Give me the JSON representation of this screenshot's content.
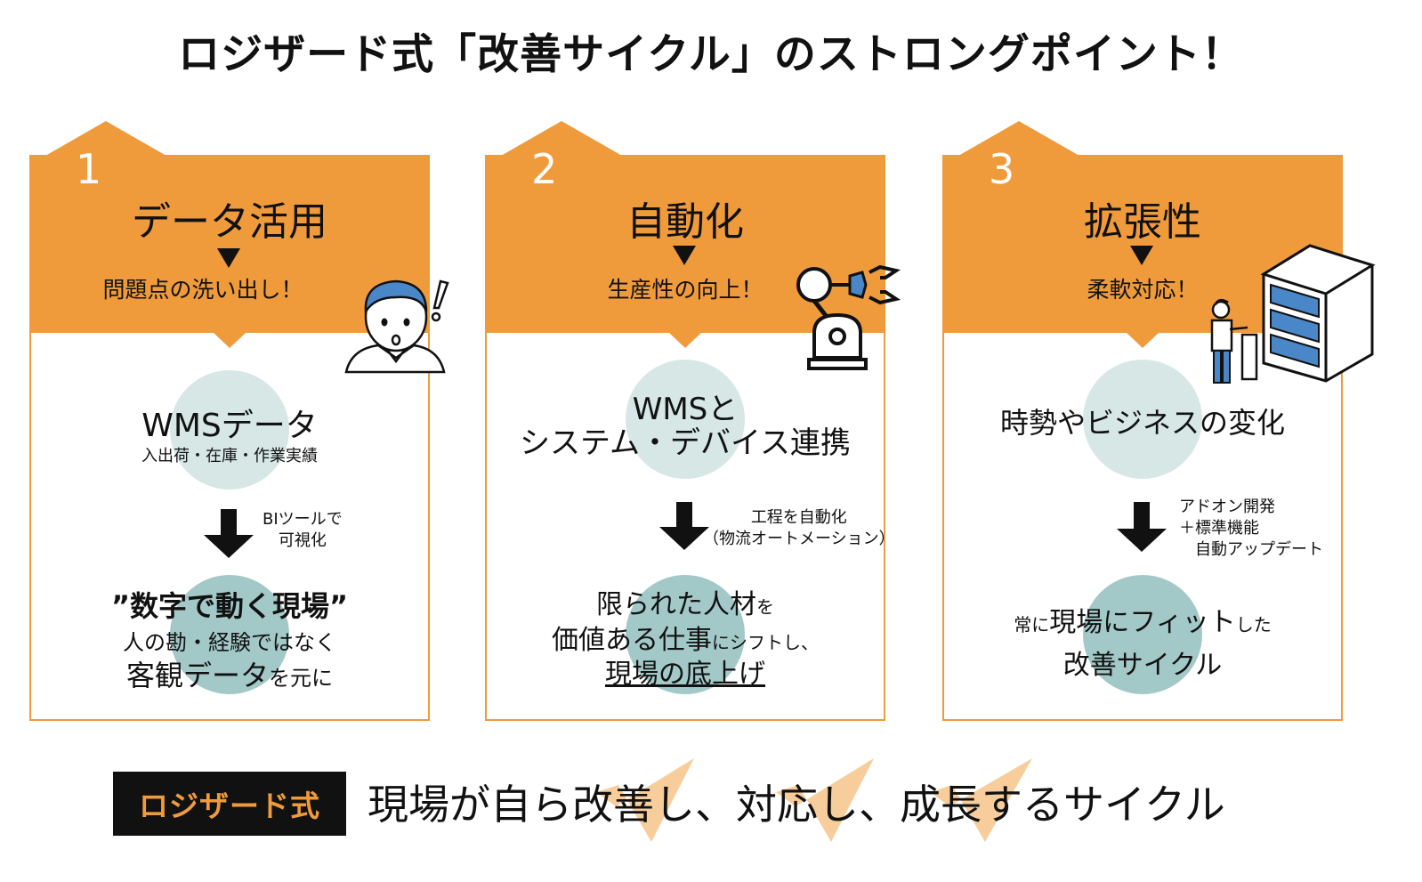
{
  "title": "ロジザード式「改善サイクル」のストロングポイント！",
  "accent_color": "#ef9b3c",
  "circle_light_color": "#d6e7e6",
  "circle_dark_color": "#a3c8c8",
  "cards": [
    {
      "number": "1",
      "heading": "データ活用",
      "subheading": "問題点の洗い出し！",
      "top_main": "WMSデータ",
      "top_sub": "入出荷・在庫・作業実績",
      "arrow_note": [
        "BIツールで",
        "可視化"
      ],
      "bottom_lines": [
        "”数字で動く現場”",
        "人の勘・経験ではなく"
      ],
      "bottom_last_main": "客観データ",
      "bottom_last_suffix": "を元に",
      "illustration": "surprised-person-icon"
    },
    {
      "number": "2",
      "heading": "自動化",
      "subheading": "生産性の向上！",
      "top_lines": [
        "WMSと",
        "システム・デバイス連携"
      ],
      "arrow_note": [
        "工程を自動化",
        "（物流オートメーション）"
      ],
      "bottom_l1_main": "限られた人材",
      "bottom_l1_suffix": "を",
      "bottom_l2_main": "価値ある仕事",
      "bottom_l2_suffix": "にシフトし、",
      "bottom_l3": "現場の底上げ",
      "illustration": "robot-arm-icon"
    },
    {
      "number": "3",
      "heading": "拡張性",
      "subheading": "柔軟対応！",
      "top_main": "時勢やビジネスの変化",
      "arrow_note": [
        "アドオン開発",
        "＋標準機能",
        "自動アップデート"
      ],
      "bottom_l1_prefix": "常に",
      "bottom_l1_main": "現場にフィット",
      "bottom_l1_suffix": "した",
      "bottom_l2": "改善サイクル",
      "illustration": "server-rack-icon"
    }
  ],
  "footer": {
    "badge": "ロジザード式",
    "tagline": "現場が自ら改善し、対応し、成長するサイクル"
  }
}
